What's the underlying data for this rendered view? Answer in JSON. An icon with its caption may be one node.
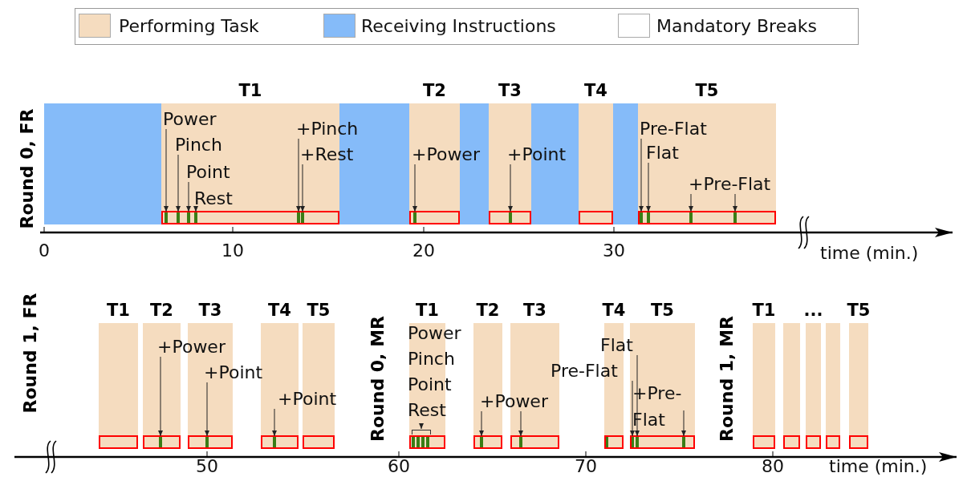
{
  "diagram": {
    "nodes": [
      {
        "text": [],
        "shape": "bar"
      },
      {
        "text": [
          "T1"
        ]
      },
      {
        "text": [],
        "shape": "bar"
      },
      {
        "text": [
          "T2"
        ]
      },
      {
        "text": [],
        "shape": "bar"
      },
      {
        "text": [
          "T3"
        ]
      },
      {
        "text": [],
        "shape": "bar"
      },
      {
        "text": [
          "T4"
        ]
      },
      {
        "text": [],
        "shape": "bar"
      },
      {
        "text": [
          "T5"
        ]
      },
      {
        "text": [
          "Power"
        ],
        "in": 1
      },
      {
        "text": [
          "Pinch"
        ],
        "in": 1
      },
      {
        "text": [
          "Point"
        ],
        "in": 1
      },
      {
        "text": [
          "Rest"
        ],
        "in": 1
      },
      {
        "text": [
          "+Pinch"
        ]
      },
      {
        "text": [
          "+Rest"
        ]
      },
      {
        "text": [
          "+Power"
        ]
      },
      {
        "text": [
          "+Point"
        ]
      },
      {
        "text": [
          "Pre-Flat"
        ],
        "in": 9
      },
      {
        "text": [
          "Flat"
        ],
        "in": 9
      },
      {
        "text": [
          "+Pre-Flat"
        ],
        "in": 9
      },
      {
        "text": [
          "T1"
        ]
      },
      {
        "text": [
          "T2"
        ]
      },
      {
        "text": [
          "T3"
        ]
      },
      {
        "text": [
          "T4"
        ]
      },
      {
        "text": [
          "T5"
        ]
      },
      {
        "text": [
          "T1"
        ]
      },
      {
        "text": [
          "T2"
        ]
      },
      {
        "text": [
          "T3"
        ]
      },
      {
        "text": [
          "T4"
        ]
      },
      {
        "text": [
          "T5"
        ]
      },
      {
        "text": [
          "T1"
        ]
      },
      {
        "text": [],
        "shape": "bar"
      },
      {
        "text": [
          "..."
        ]
      },
      {
        "text": [],
        "shape": "bar"
      },
      {
        "text": [
          "T5"
        ]
      },
      {
        "text": [
          "+Power"
        ]
      },
      {
        "text": [
          "+Point"
        ]
      },
      {
        "text": [
          "+Point"
        ]
      },
      {
        "text": [
          "Power",
          "Pinch",
          "Point",
          "Rest"
        ],
        "in": 26
      },
      {
        "text": [
          "+Power"
        ]
      },
      {
        "text": [
          "Flat"
        ]
      },
      {
        "text": [
          "Pre-Flat"
        ]
      },
      {
        "text": [
          "+Pre- Flat"
        ],
        "in": 30
      },
      {
        "text": [],
        "shape": "bar",
        "in": 1
      },
      {
        "text": [],
        "shape": "bar",
        "in": 1
      },
      {
        "text": [],
        "shape": "bar",
        "in": 1
      },
      {
        "text": [],
        "shape": "bar",
        "in": 1
      },
      {
        "text": [],
        "shape": "bar",
        "in": 1
      },
      {
        "text": [],
        "shape": "bar",
        "in": 1
      },
      {
        "text": [],
        "shape": "bar",
        "in": 3
      },
      {
        "text": [],
        "shape": "bar",
        "in": 5
      },
      {
        "text": [],
        "shape": "bar",
        "in": 9
      },
      {
        "text": [],
        "shape": "bar",
        "in": 9
      },
      {
        "text": [],
        "shape": "bar",
        "in": 9
      },
      {
        "text": [],
        "shape": "bar",
        "in": 9
      },
      {
        "text": [],
        "shape": "bar",
        "in": 22
      },
      {
        "text": [],
        "shape": "bar",
        "in": 23
      },
      {
        "text": [],
        "shape": "bar",
        "in": 24
      },
      {
        "text": [],
        "shape": "bar",
        "in": 26
      },
      {
        "text": [],
        "shape": "bar",
        "in": 26
      },
      {
        "text": [],
        "shape": "bar",
        "in": 26
      },
      {
        "text": [],
        "shape": "bar",
        "in": 26
      },
      {
        "text": [],
        "shape": "bar",
        "in": 27
      },
      {
        "text": [],
        "shape": "bar",
        "in": 28
      },
      {
        "text": [],
        "shape": "bar",
        "in": 29
      },
      {
        "text": [],
        "shape": "bar",
        "in": 30
      },
      {
        "text": [],
        "shape": "bar",
        "in": 30
      },
      {
        "text": [],
        "shape": "bar",
        "in": 30
      },
      {
        "text": [],
        "shape": "bracket",
        "in": 26
      }
    ],
    "edges": [
      {
        "from": 10,
        "to": 44,
        "arrow": "to"
      },
      {
        "from": 11,
        "to": 45,
        "arrow": "to"
      },
      {
        "from": 12,
        "to": 46,
        "arrow": "to"
      },
      {
        "from": 13,
        "to": 47,
        "arrow": "to"
      },
      {
        "from": 14,
        "to": 48,
        "arrow": "to"
      },
      {
        "from": 15,
        "to": 49,
        "arrow": "to"
      },
      {
        "from": 16,
        "to": 50,
        "arrow": "to"
      },
      {
        "from": 17,
        "to": 51,
        "arrow": "to"
      },
      {
        "from": 18,
        "to": 52,
        "arrow": "to"
      },
      {
        "from": 19,
        "to": 53,
        "arrow": "to"
      },
      {
        "from": 20,
        "to": 54,
        "arrow": "to"
      },
      {
        "from": 20,
        "to": 55,
        "arrow": "to"
      },
      {
        "from": 36,
        "to": 56,
        "arrow": "to"
      },
      {
        "from": 37,
        "to": 57,
        "arrow": "to"
      },
      {
        "from": 38,
        "to": 58,
        "arrow": "to"
      },
      {
        "from": 39,
        "to": 69,
        "arrow": "to"
      },
      {
        "from": 40,
        "to": 63,
        "arrow": "to"
      },
      {
        "from": 40,
        "to": 64,
        "arrow": "to"
      },
      {
        "from": 41,
        "to": 67,
        "arrow": "to"
      },
      {
        "from": 42,
        "to": 66,
        "arrow": "to"
      },
      {
        "from": 43,
        "to": 68,
        "arrow": "to"
      }
    ],
    "labels": [
      "Round 0, FR",
      "0",
      "10",
      "20",
      "30",
      "time (min.)",
      "Round 1, FR",
      "Round 0, MR",
      "Round 1, MR",
      "50",
      "60",
      "70",
      "80",
      "time (min.)"
    ],
    "legend": [
      {
        "text": "Performing Task",
        "color": "#f5dcbf"
      },
      {
        "text": "Receiving Instructions",
        "color": "#85bbf9"
      },
      {
        "text": "Mandatory Breaks",
        "color": "#ffffff"
      }
    ]
  }
}
